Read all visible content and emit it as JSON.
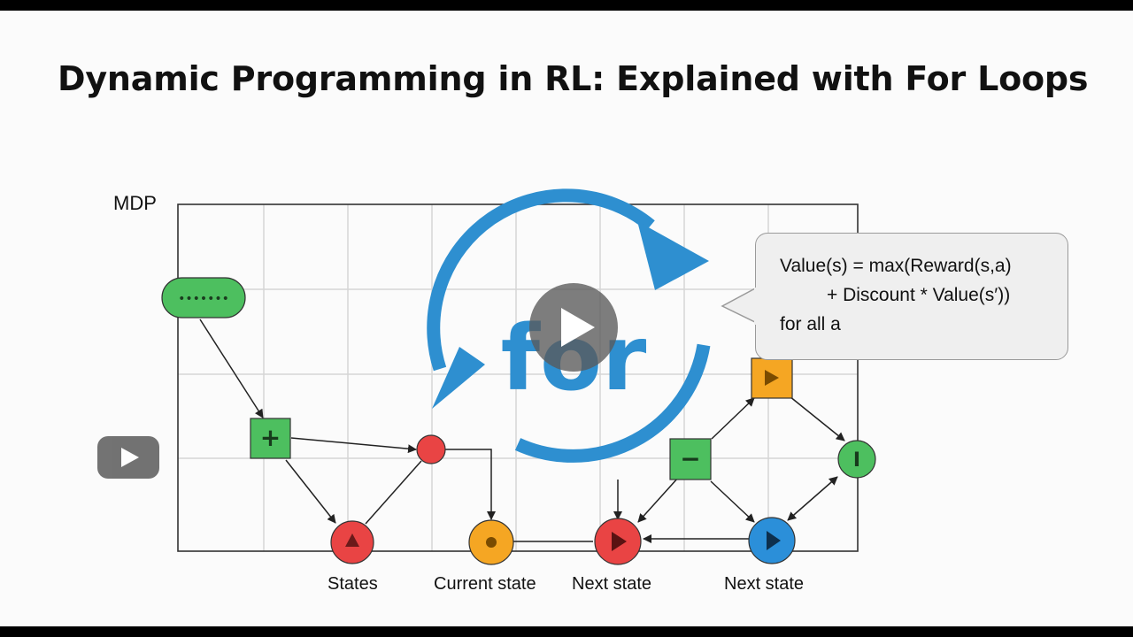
{
  "video": {
    "title": "Dynamic Programming in RL: Explained with For Loops",
    "youtube_icon": "youtube-logo-icon",
    "play_icon": "play-button-icon"
  },
  "diagram": {
    "label": "MDP",
    "loop_text": "for",
    "ellipsis": "•••••••",
    "node_symbols": {
      "plus": "+",
      "minus": "−",
      "bar": "I"
    },
    "captions": [
      "States",
      "Current state",
      "Next state",
      "Next state"
    ],
    "colors": {
      "green": "#4dbf5f",
      "red": "#e94444",
      "orange": "#f5a623",
      "blue": "#2b8fd9",
      "loop_blue": "#2e8fd0"
    }
  },
  "formula": {
    "line1": "Value(s) = max(Reward(s,a)",
    "line2": "+ Discount * Value(s′))",
    "line3": "for all a"
  }
}
